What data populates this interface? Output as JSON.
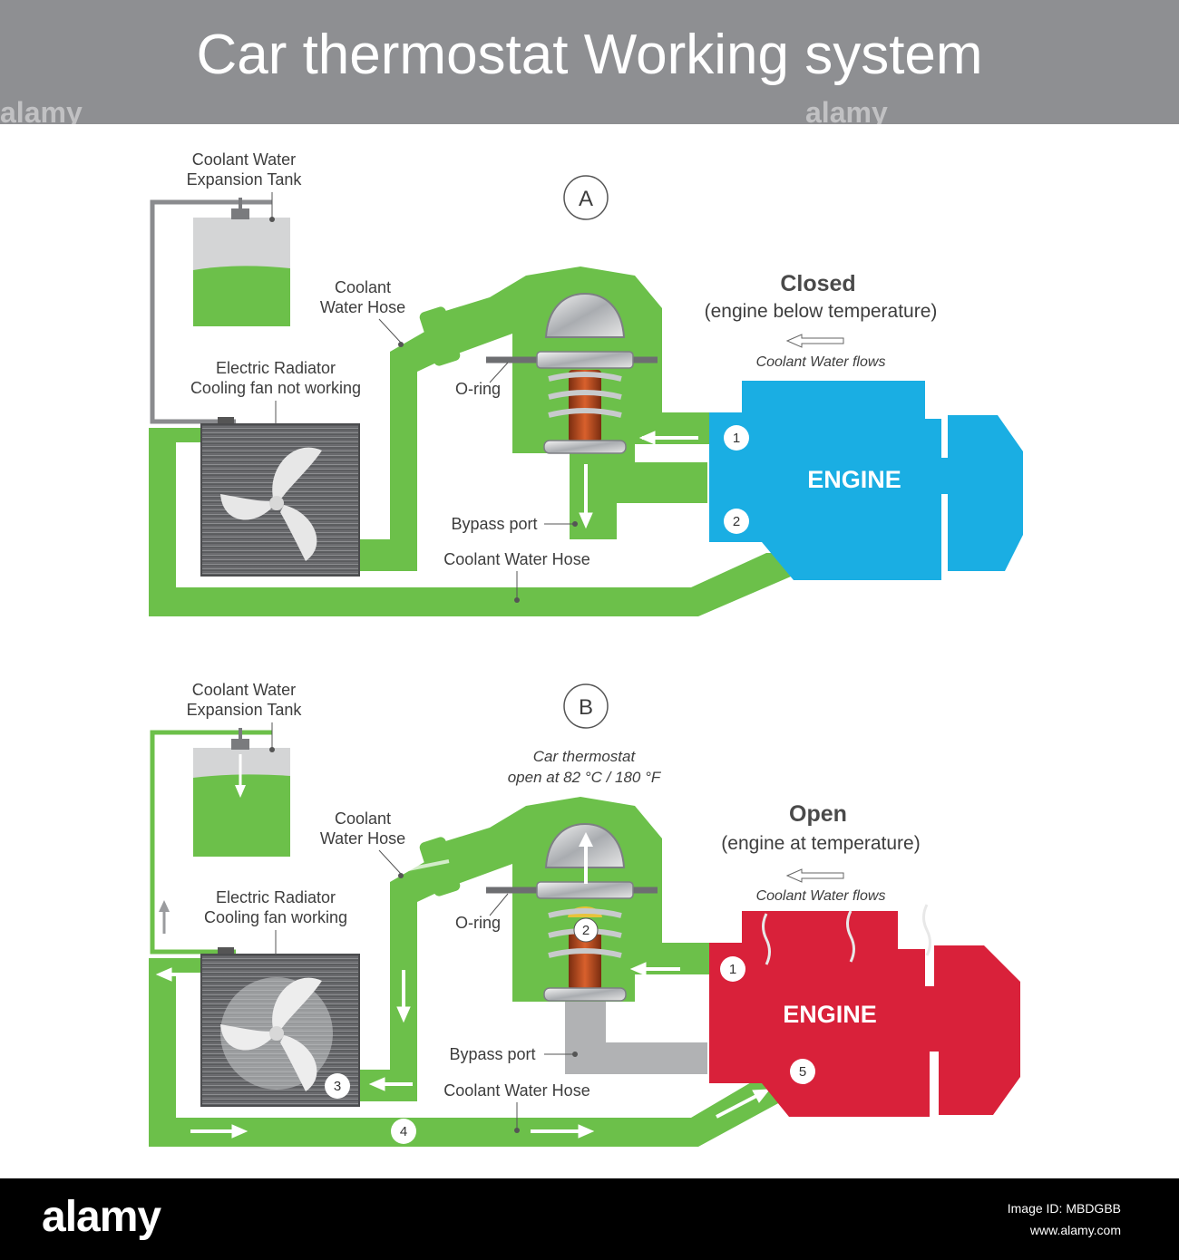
{
  "title": "Car thermostat Working system",
  "colors": {
    "header": "#8e8f92",
    "coolant": "#6cc04a",
    "engine_closed": "#1aaee3",
    "engine_open": "#d9213a",
    "radiator": "#6b6c6e",
    "bypass_open": "#b1b2b4"
  },
  "watermark": "alamy",
  "panel_a": {
    "marker": "A",
    "tank_label_1": "Coolant Water",
    "tank_label_2": "Expansion Tank",
    "hose_label_1": "Coolant",
    "hose_label_2": "Water Hose",
    "radiator_label_1": "Electric Radiator",
    "radiator_label_2": "Cooling fan not working",
    "oring_label": "O-ring",
    "bypass_label": "Bypass port",
    "bottom_hose_label": "Coolant Water Hose",
    "state_title": "Closed",
    "state_subtitle": "(engine below temperature)",
    "flow_label": "Coolant Water flows",
    "engine_label": "ENGINE",
    "badge_1": "1",
    "badge_2": "2"
  },
  "panel_b": {
    "marker": "B",
    "tank_label_1": "Coolant Water",
    "tank_label_2": "Expansion Tank",
    "hose_label_1": "Coolant",
    "hose_label_2": "Water Hose",
    "radiator_label_1": "Electric Radiator",
    "radiator_label_2": "Cooling fan working",
    "oring_label": "O-ring",
    "bypass_label": "Bypass port",
    "bottom_hose_label": "Coolant Water Hose",
    "thermostat_label_1": "Car thermostat",
    "thermostat_label_2": "open at  82 °C / 180 °F",
    "state_title": "Open",
    "state_subtitle": "(engine at temperature)",
    "flow_label": "Coolant Water flows",
    "engine_label": "ENGINE",
    "badge_1": "1",
    "badge_2": "2",
    "badge_3": "3",
    "badge_4": "4",
    "badge_5": "5"
  },
  "footer": {
    "brand": "alamy",
    "image_id": "Image ID: MBDGBB",
    "site": "www.alamy.com"
  }
}
